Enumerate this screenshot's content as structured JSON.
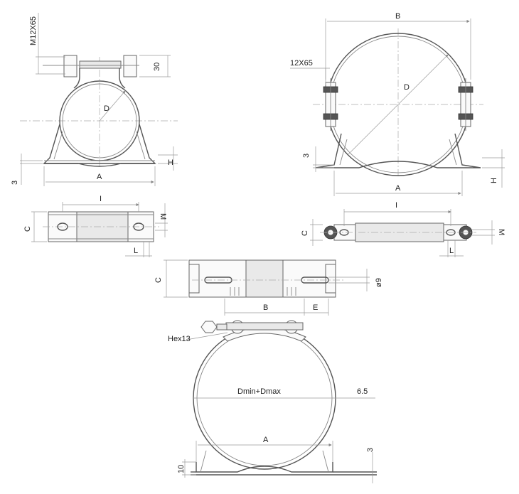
{
  "views": {
    "top_left": {
      "thread": "M12X65",
      "bolt_height": "30",
      "diameter": "D",
      "base_height": "H",
      "width": "A",
      "thickness": "3"
    },
    "plan_left": {
      "length": "I",
      "width": "C",
      "slot": "M",
      "leg": "L"
    },
    "top_right": {
      "overall": "B",
      "thread": "12X65",
      "diameter": "D",
      "thickness": "3",
      "width": "A",
      "base_height": "H"
    },
    "plan_right": {
      "length": "I",
      "width": "C",
      "slot": "M",
      "leg": "L"
    },
    "middle_plan": {
      "width": "C",
      "hole": "ø9",
      "span": "B",
      "edge": "E"
    },
    "band_clamp": {
      "hex": "Hex13",
      "range": "Dmin+Dmax",
      "band": "6.5",
      "width": "A",
      "thickness": "3",
      "base": "10"
    }
  }
}
